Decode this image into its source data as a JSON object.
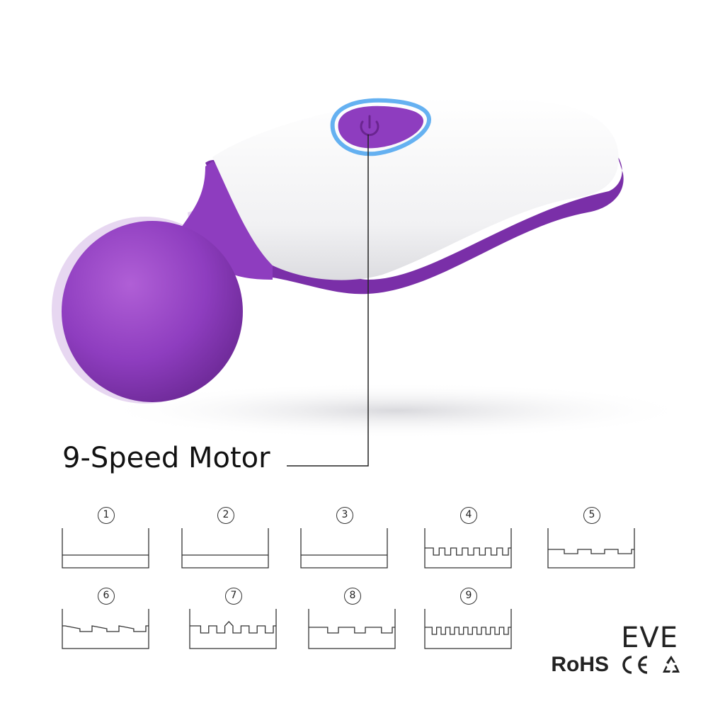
{
  "callout": {
    "label": "9-Speed Motor"
  },
  "modes": [
    {
      "number": "1",
      "pattern": "constant"
    },
    {
      "number": "2",
      "pattern": "constant"
    },
    {
      "number": "3",
      "pattern": "constant"
    },
    {
      "number": "4",
      "pattern": "rapid-pulse"
    },
    {
      "number": "5",
      "pattern": "slow-pulse"
    },
    {
      "number": "6",
      "pattern": "wave-pulse"
    },
    {
      "number": "7",
      "pattern": "zigzag-pulse"
    },
    {
      "number": "8",
      "pattern": "long-pulse"
    },
    {
      "number": "9",
      "pattern": "dense-pulse"
    }
  ],
  "brand": "EVE",
  "certifications": {
    "rohs": "RoHS",
    "ce": "CE",
    "icon": "recycle-icon"
  },
  "colors": {
    "purple": "#8e3dbf",
    "purple_dark": "#6e2a98",
    "white_body": "#f4f4f6",
    "button_glow": "#4aa3ef"
  }
}
